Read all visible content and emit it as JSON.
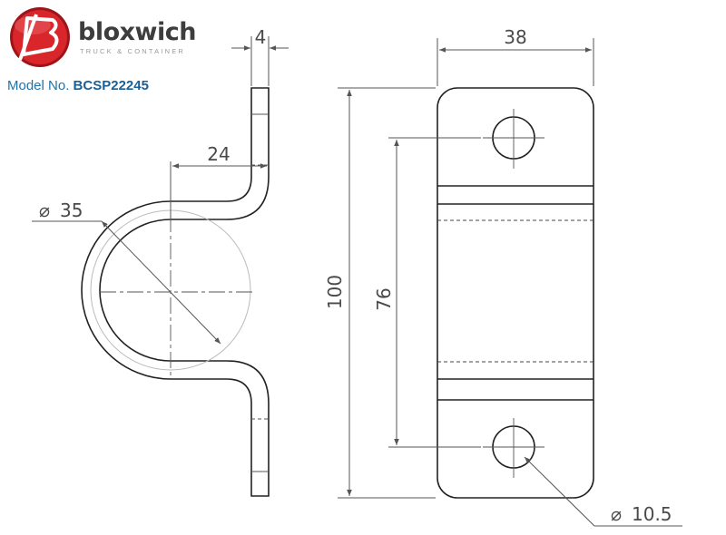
{
  "brand": {
    "name": "bloxwich",
    "tagline": "TRUCK & CONTAINER",
    "logo_colors": {
      "red": "#d8262b",
      "dark_red": "#9e1418"
    }
  },
  "model": {
    "label": "Model No.",
    "number": "BCSP22245"
  },
  "dimensions": {
    "thickness": "4",
    "width": "38",
    "offset": "24",
    "bore_diameter": "35",
    "height": "100",
    "hole_spacing": "76",
    "hole_diameter": "10.5"
  },
  "symbols": {
    "diameter": "⌀"
  }
}
